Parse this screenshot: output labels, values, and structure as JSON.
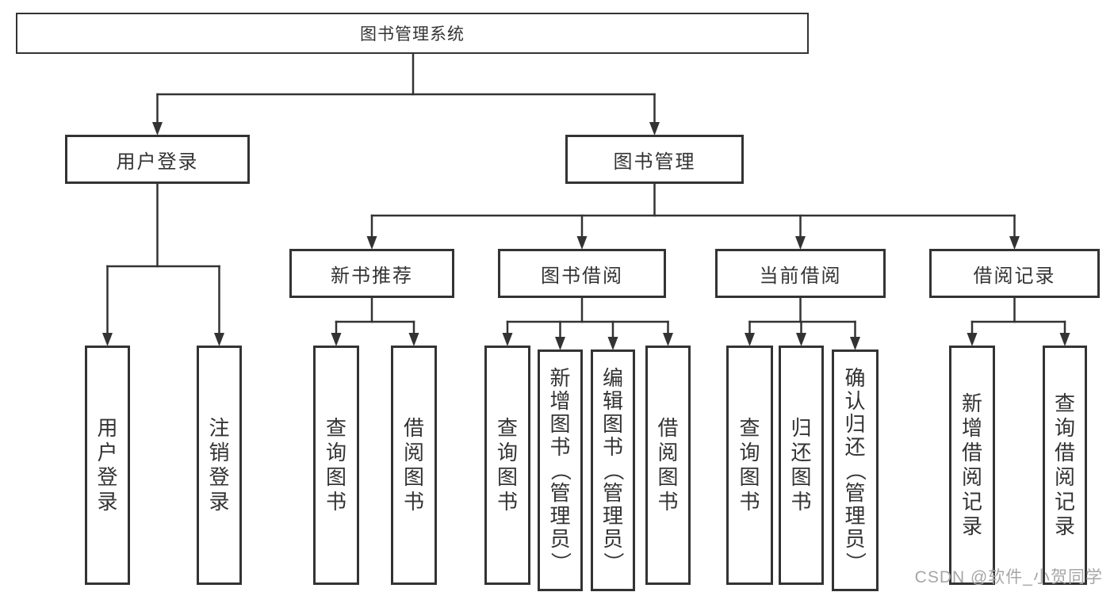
{
  "diagram": {
    "root": "图书管理系统",
    "branches": [
      {
        "label": "用户登录",
        "children": [
          "用户登录",
          "注销登录"
        ]
      },
      {
        "label": "图书管理",
        "groups": [
          {
            "label": "新书推荐",
            "children": [
              "查询图书",
              "借阅图书"
            ]
          },
          {
            "label": "图书借阅",
            "children": [
              "查询图书",
              "新增图书（管理员）",
              "编辑图书（管理员）",
              "借阅图书"
            ]
          },
          {
            "label": "当前借阅",
            "children": [
              "查询图书",
              "归还图书",
              "确认归还（管理员）"
            ]
          },
          {
            "label": "借阅记录",
            "children": [
              "新增借阅记录",
              "查询借阅记录"
            ]
          }
        ]
      }
    ]
  },
  "watermark": {
    "text": "CSDN @软件_小贺同学"
  },
  "colors": {
    "line": "#333333",
    "text": "#333333",
    "watermark": "#a6a6a6",
    "background": "#ffffff"
  }
}
